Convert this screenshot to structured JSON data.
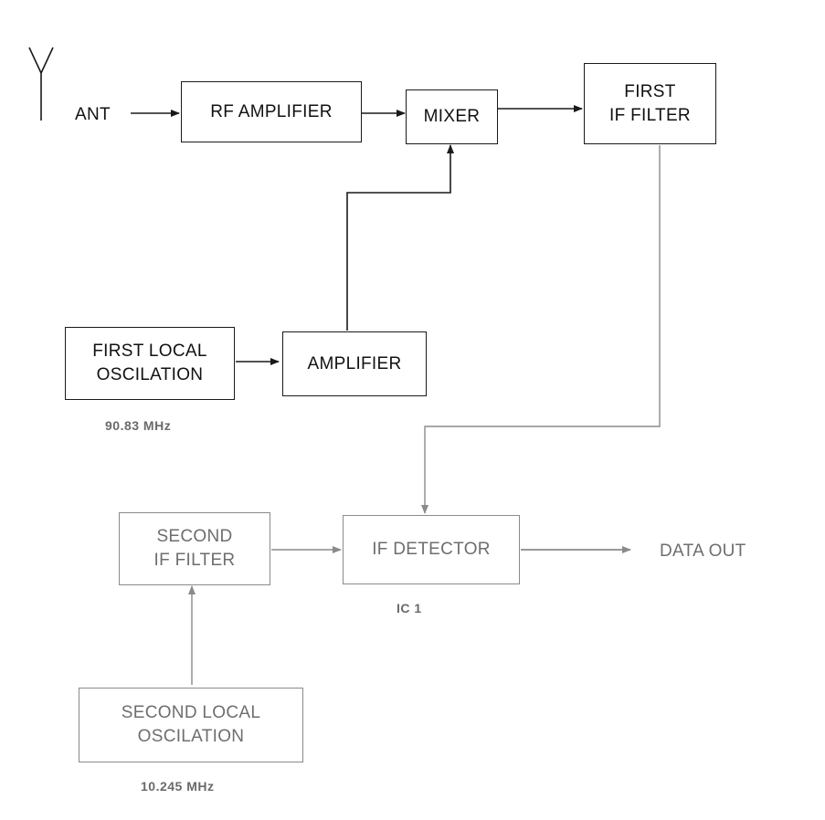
{
  "blocks": {
    "rf_amplifier": "RF AMPLIFIER",
    "mixer": "MIXER",
    "first_if_filter": [
      "FIRST",
      "IF FILTER"
    ],
    "first_local_osc": [
      "FIRST LOCAL",
      "OSCILATION"
    ],
    "amplifier": "AMPLIFIER",
    "second_if_filter": [
      "SECOND",
      "IF FILTER"
    ],
    "if_detector": "IF DETECTOR",
    "second_local_osc": [
      "SECOND LOCAL",
      "OSCILATION"
    ]
  },
  "labels": {
    "antenna": "ANT",
    "data_out": "DATA OUT",
    "first_osc_freq": "90.83 MHz",
    "ic": "IC 1",
    "second_osc_freq": "10.245 MHz"
  },
  "colors": {
    "ink": "#1a1a1a",
    "faded_ink": "#8a8a8a"
  },
  "icons": {
    "antenna": "antenna-icon"
  }
}
